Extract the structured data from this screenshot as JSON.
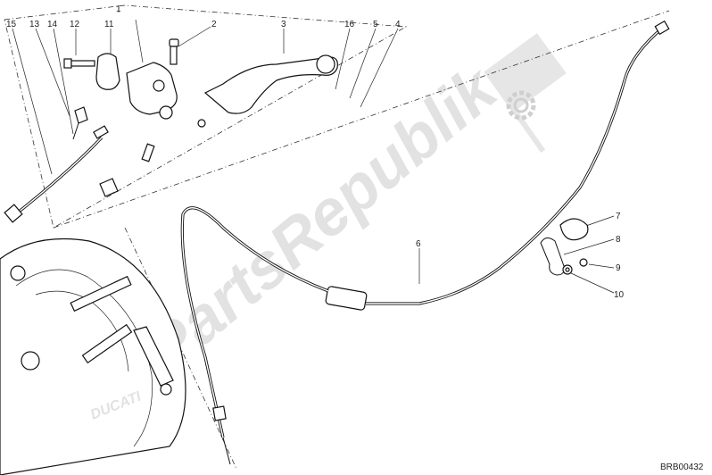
{
  "diagram": {
    "reference_code": "BRB00432",
    "watermark": "PartsRepublik",
    "callouts": [
      {
        "id": "c1",
        "text": "1"
      },
      {
        "id": "c2",
        "text": "2"
      },
      {
        "id": "c3",
        "text": "3"
      },
      {
        "id": "c4",
        "text": "4"
      },
      {
        "id": "c5",
        "text": "5"
      },
      {
        "id": "c6",
        "text": "6"
      },
      {
        "id": "c7",
        "text": "7"
      },
      {
        "id": "c8",
        "text": "8"
      },
      {
        "id": "c9",
        "text": "9"
      },
      {
        "id": "c10",
        "text": "10"
      },
      {
        "id": "c11",
        "text": "11"
      },
      {
        "id": "c12",
        "text": "12"
      },
      {
        "id": "c13",
        "text": "13"
      },
      {
        "id": "c14",
        "text": "14"
      },
      {
        "id": "c15",
        "text": "15"
      },
      {
        "id": "c16",
        "text": "16"
      }
    ],
    "cover_logo_text": "DUCATI",
    "icons": [
      "gear-icon",
      "flag-icon"
    ]
  }
}
